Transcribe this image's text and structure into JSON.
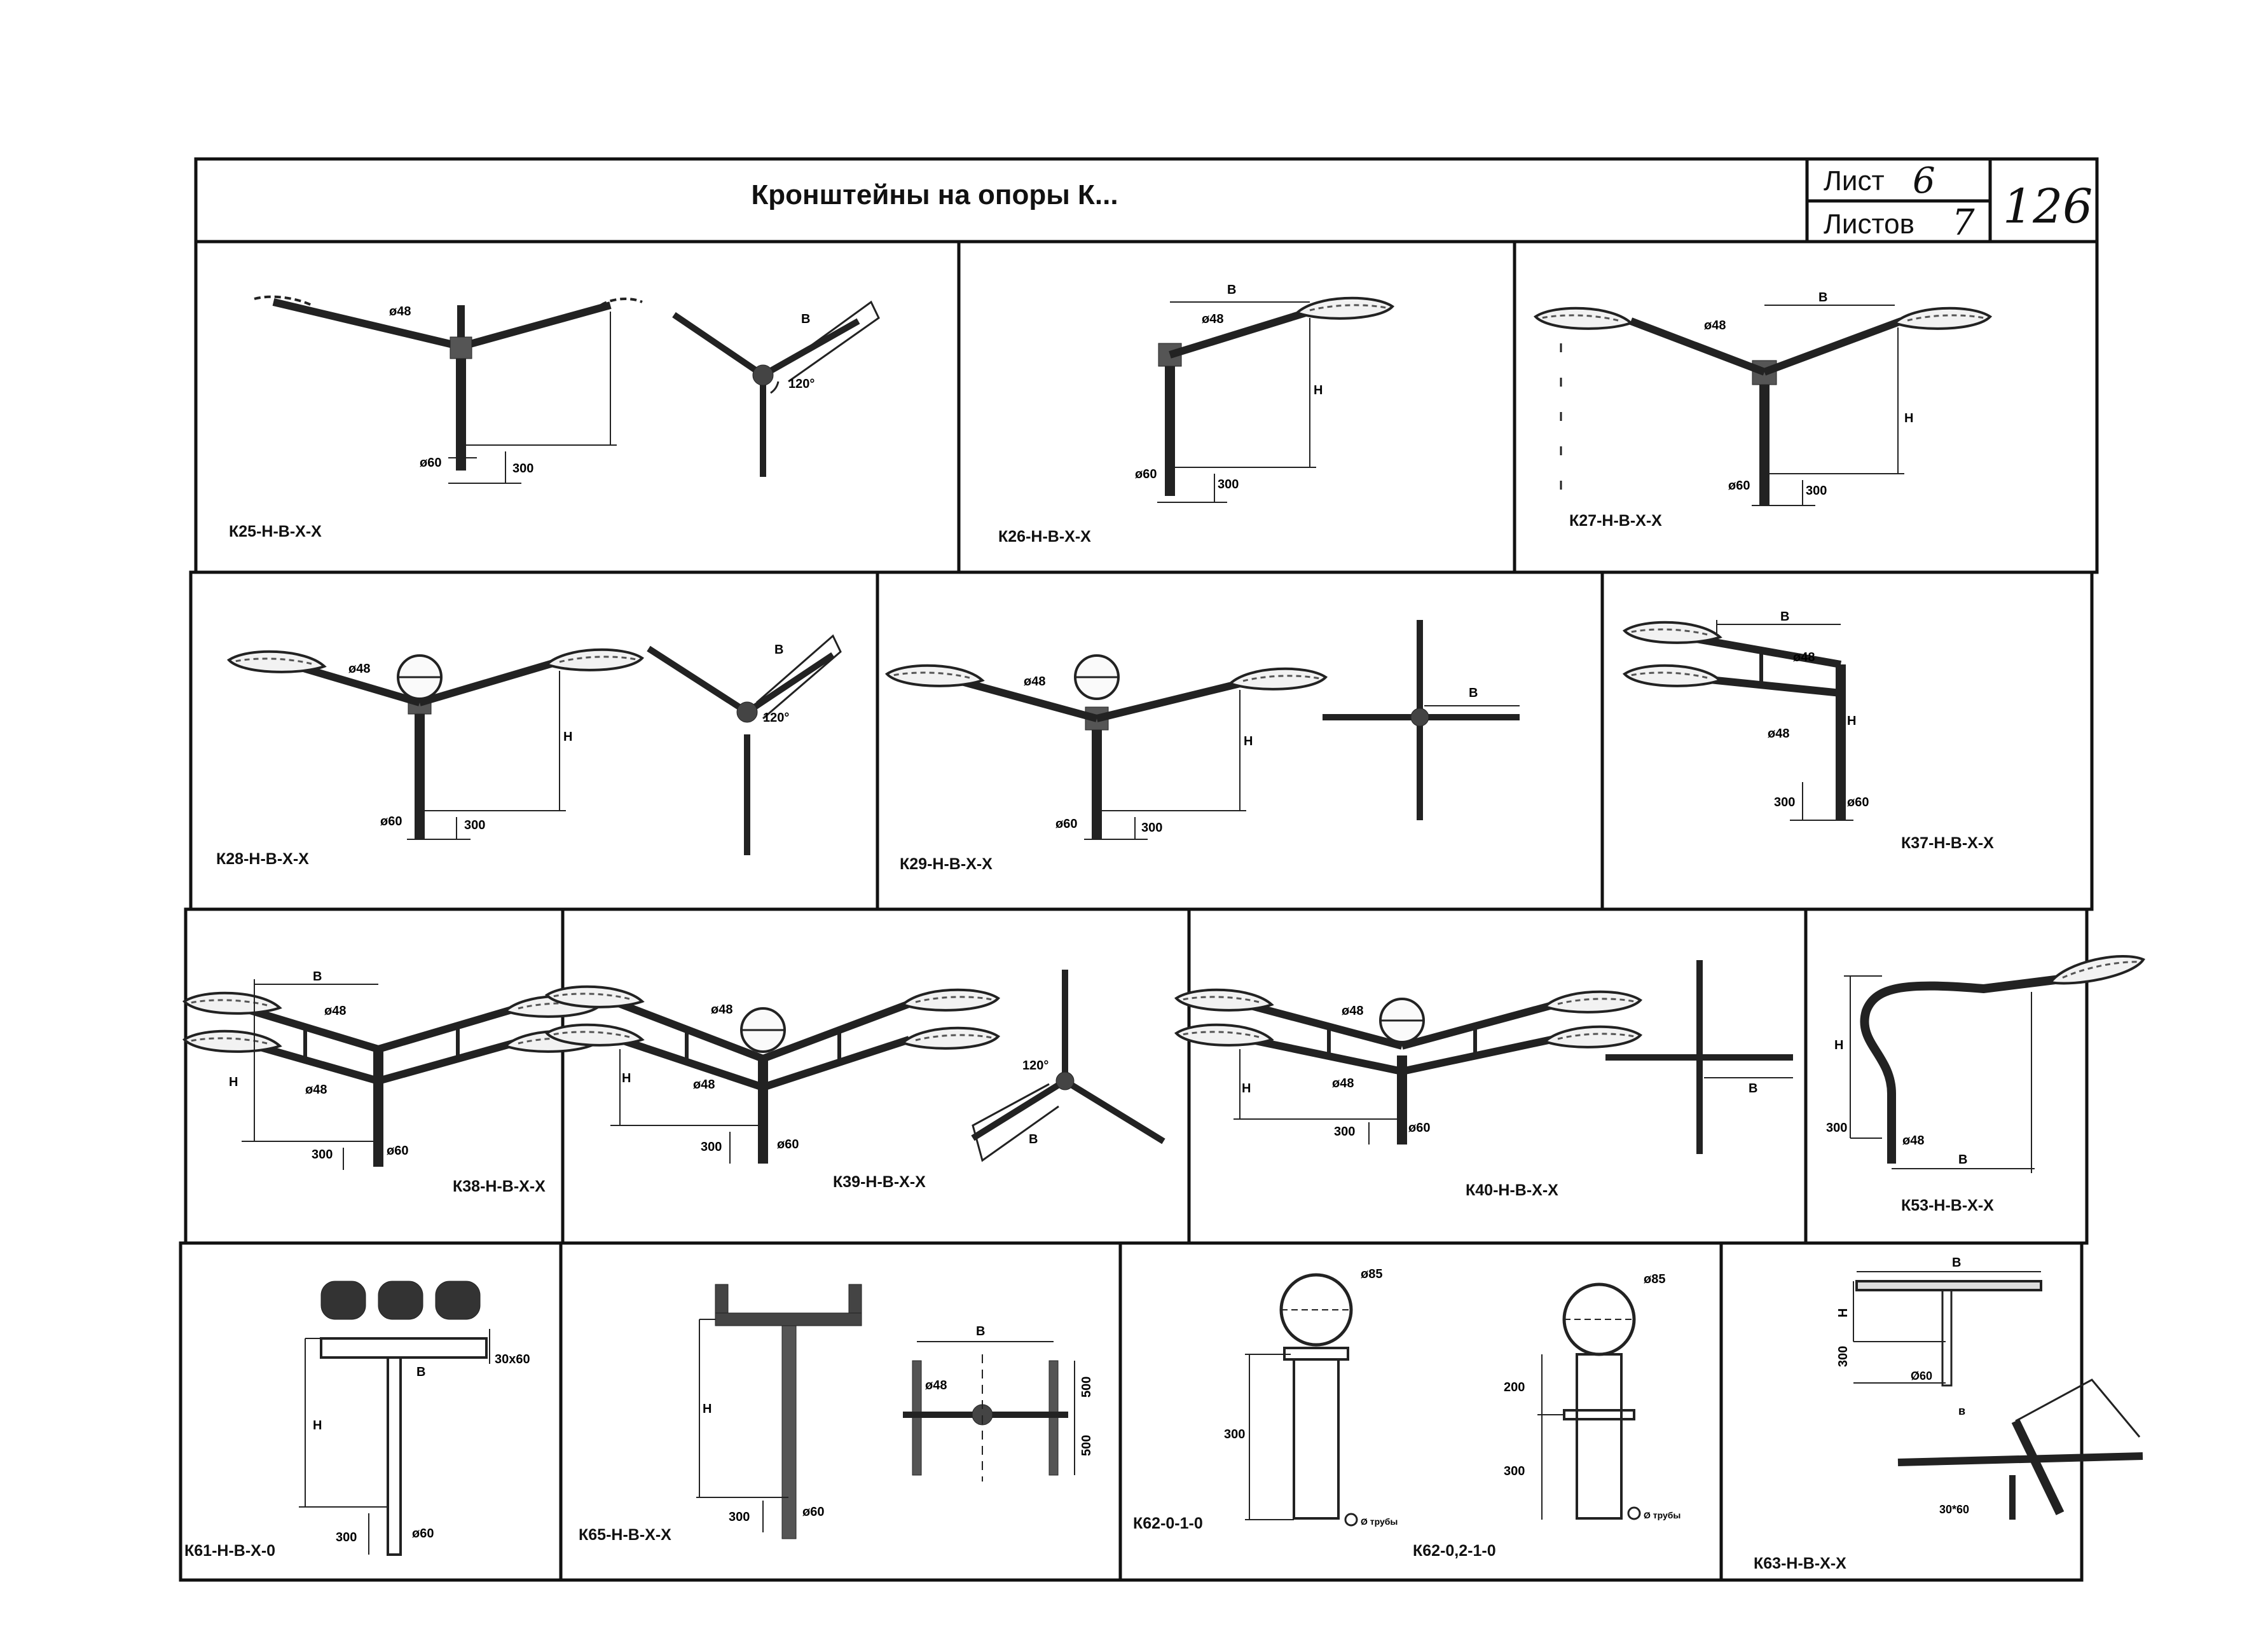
{
  "header": {
    "title": "Кронштейны на опоры К...",
    "sheet_label": "Лист",
    "sheet_number": "6",
    "sheets_label": "Листов",
    "sheets_total": "7",
    "page_number": "126"
  },
  "dimension_labels": {
    "height": "Н",
    "reach": "В",
    "tube_arm": "ø48",
    "tube_pole": "ø60",
    "insert": "300",
    "angle": "120°",
    "plate": "30x60",
    "pitch": "500",
    "ring": "ø85",
    "spacer": "200",
    "pipe_note": "Ø трубы",
    "k63_insert": "300",
    "k63_tube": "Ø60",
    "k63_plate": "30*60",
    "k63_side": "в"
  },
  "brackets": [
    {
      "code": "К25-Н-В-Х-Х"
    },
    {
      "code": "К26-Н-В-Х-Х"
    },
    {
      "code": "К27-Н-В-Х-Х"
    },
    {
      "code": "К28-Н-В-Х-Х"
    },
    {
      "code": "К29-Н-В-Х-Х"
    },
    {
      "code": "К37-Н-В-Х-Х"
    },
    {
      "code": "К38-Н-В-Х-Х"
    },
    {
      "code": "К39-Н-В-Х-Х"
    },
    {
      "code": "К40-Н-В-Х-Х"
    },
    {
      "code": "К53-Н-В-Х-Х"
    },
    {
      "code": "К61-Н-В-Х-0"
    },
    {
      "code": "К65-Н-В-Х-Х"
    },
    {
      "code": "К62-0-1-0"
    },
    {
      "code": "К62-0,2-1-0"
    },
    {
      "code": "К63-Н-В-Х-Х"
    }
  ]
}
